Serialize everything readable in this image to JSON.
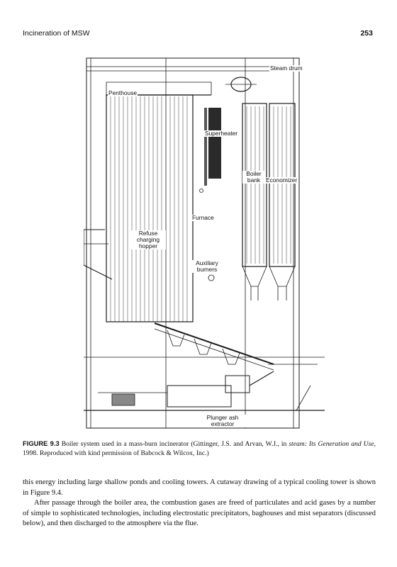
{
  "header": {
    "running_title": "Incineration of MSW",
    "page_number": "253"
  },
  "figure": {
    "labels": {
      "steam_drum": "Steam drum",
      "penthouse": "Penthouse",
      "superheater": "Superheater",
      "boiler_bank": "Boiler bank",
      "economizer": "Economizer",
      "furnace": "Furnace",
      "refuse_hopper": "Refuse charging hopper",
      "aux_burners": "Auxiliary burners",
      "ash_extractor": "Plunger ash extractor"
    },
    "caption": {
      "number": "FIGURE 9.3",
      "text_before_source": " Boiler system used in a mass-burn incinerator (Gittinger, J.S. and Arvan, W.J., in ",
      "source_title": "steam: Its Generation and Use,",
      "text_after_source": " 1998. Reproduced with kind permission of Babcock & Wilcox, Inc.)"
    }
  },
  "body": {
    "paragraph_1": "this energy including large shallow ponds and cooling towers. A cutaway drawing of a typical cooling tower is shown in Figure 9.4.",
    "paragraph_2": "After passage through the boiler area, the combustion gases are freed of particulates and acid gases by a number of simple to sophisticated technologies, including electrostatic precipitators, baghouses and mist separators (discussed below), and then discharged to the atmosphere via the flue."
  }
}
